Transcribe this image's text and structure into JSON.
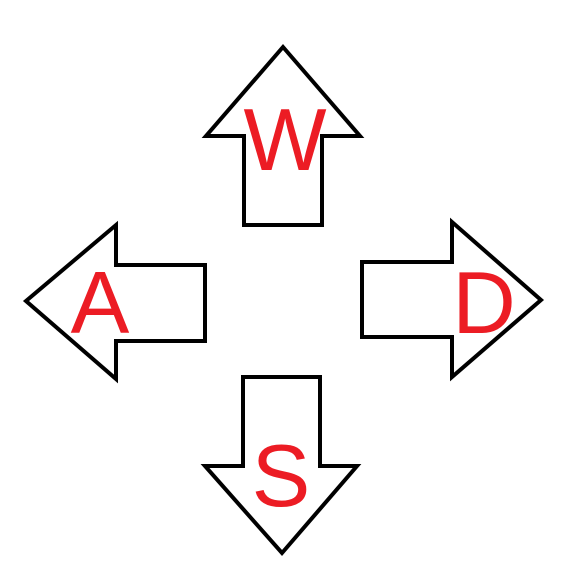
{
  "colors": {
    "background": "#ffffff",
    "arrow_outline": "#000000",
    "arrow_fill": "#ffffff",
    "letter": "#ec1c24"
  },
  "keys": {
    "up": {
      "letter": "W",
      "icon": "arrow-up-icon"
    },
    "left": {
      "letter": "A",
      "icon": "arrow-left-icon"
    },
    "right": {
      "letter": "D",
      "icon": "arrow-right-icon"
    },
    "down": {
      "letter": "S",
      "icon": "arrow-down-icon"
    }
  }
}
